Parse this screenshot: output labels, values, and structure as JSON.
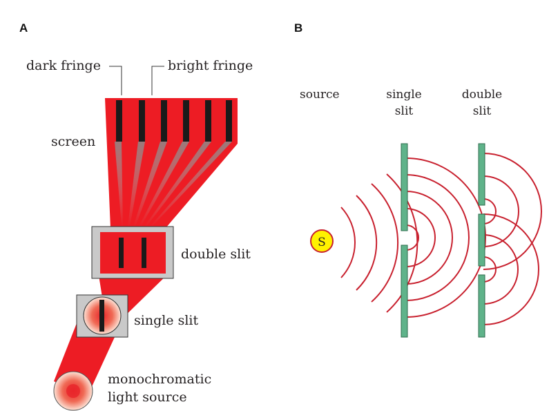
{
  "panels": {
    "a": {
      "letter": "A",
      "labels": {
        "dark_fringe": "dark fringe",
        "bright_fringe": "bright fringe",
        "screen": "screen",
        "double_slit": "double slit",
        "single_slit": "single slit",
        "source_line1": "monochromatic",
        "source_line2": "light source"
      }
    },
    "b": {
      "letter": "B",
      "labels": {
        "source": "source",
        "single_line1": "single",
        "single_line2": "slit",
        "double_line1": "double",
        "double_line2": "slit",
        "source_marker": "S"
      }
    }
  },
  "colors": {
    "beam_red": "#ed1c24",
    "wave_red": "#c8202e",
    "slit_green": "#5fb38a",
    "slit_stroke": "#2e6b4c",
    "frame_grey": "#c9c9c9",
    "source_yellow": "#fff200",
    "fringe_dark": "#1a1a1a"
  }
}
